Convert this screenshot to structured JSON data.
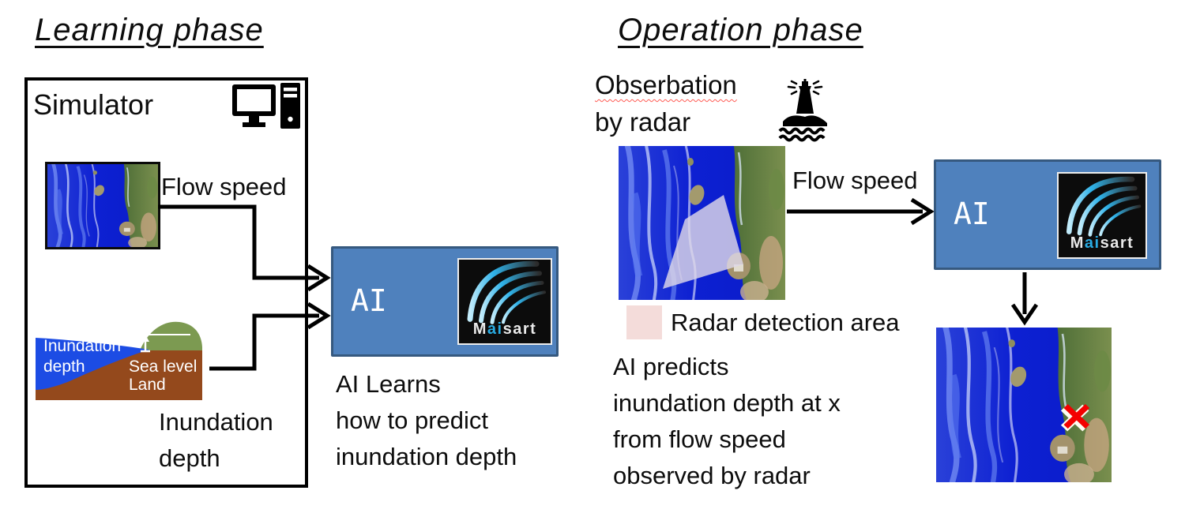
{
  "learning": {
    "title": "Learning phase",
    "simulator_label": "Simulator",
    "flow_speed_label": "Flow speed",
    "inundation_output_label": [
      "Inundation",
      "depth"
    ],
    "diagram": {
      "water_label": [
        "Inundation",
        "depth"
      ],
      "sea_level_label": "Sea level",
      "land_label": "Land"
    },
    "ai_label": "AI",
    "caption": [
      "AI Learns",
      "how to predict",
      "inundation depth"
    ]
  },
  "operation": {
    "title": "Operation phase",
    "observation_label": [
      "Obserbation",
      "by radar"
    ],
    "flow_speed_label": "Flow speed",
    "ai_label": "AI",
    "radar_legend_label": "Radar detection area",
    "caption": [
      "AI predicts",
      "inundation depth at x",
      "from flow speed",
      "observed by radar"
    ]
  },
  "brand": {
    "logo_text": [
      "M",
      "ai",
      "sart"
    ]
  },
  "icons": {
    "simulator": "desktop-computer-icon",
    "observation": "lighthouse-icon",
    "prediction_point": "red-x-marker"
  },
  "colors": {
    "ai_box_fill": "#4f81bd",
    "ai_box_border": "#36597f",
    "radar_area_swatch": "#f4dcda",
    "radar_fan_overlay": "#ded8e8",
    "ocean_blue": "#0d20d2",
    "land_brown": "#94491c",
    "hill_green": "#7c9a51",
    "water_blue": "#1c4ce4",
    "x_marker_red": "#ff0000",
    "maisart_accent": "#29abe2",
    "spellcheck_red": "#ff5a52"
  }
}
